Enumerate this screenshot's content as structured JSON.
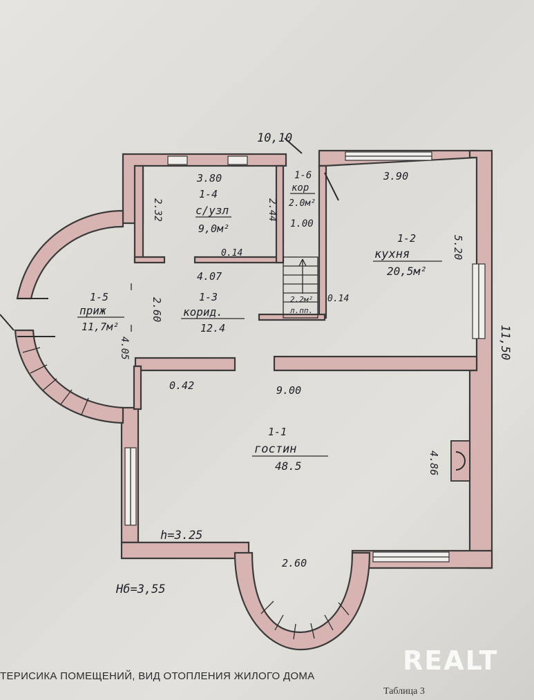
{
  "plan": {
    "overall_width": "10,10",
    "overall_height": "11,50",
    "labels": {
      "dim_380": "3.80",
      "dim_390": "3.90",
      "dim_232": "2.32",
      "dim_244": "2.44",
      "dim_100": "1.00",
      "dim_014a": "0.14",
      "dim_407": "4.07",
      "dim_260a": "2.60",
      "dim_405": "4.05",
      "dim_014b": "0.14",
      "dim_520": "5.20",
      "dim_042": "0.42",
      "dim_900": "9.00",
      "dim_486": "4.86",
      "dim_260b": "2.60",
      "ceiling_h": "h=3.25",
      "total_h": "Hб=3,55",
      "stair_area": "2.2м²",
      "stair_name": "л.пп."
    },
    "rooms": [
      {
        "id": "1-4",
        "name": "с/узл",
        "area": "9,0м²"
      },
      {
        "id": "1-6",
        "name": "кор",
        "area": "2.0м²"
      },
      {
        "id": "1-2",
        "name": "кухня",
        "area": "20,5м²"
      },
      {
        "id": "1-5",
        "name": "приж",
        "area": "11,7м²"
      },
      {
        "id": "1-3",
        "name": "корид.",
        "area": "12.4"
      },
      {
        "id": "1-1",
        "name": "гостин",
        "area": "48.5"
      }
    ]
  },
  "footer_text": "ТЕРИСИКА ПОМЕЩЕНИЙ, ВИД ОТОПЛЕНИЯ ЖИЛОГО ДОМА",
  "table_label": "Таблица 3",
  "watermark": "REALT"
}
